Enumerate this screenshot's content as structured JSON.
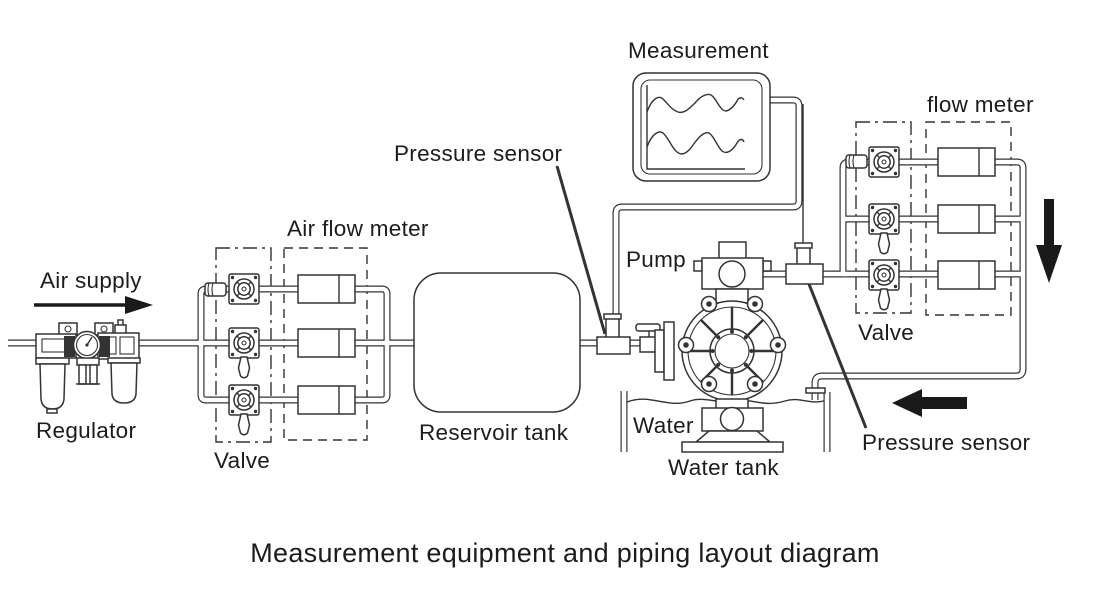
{
  "diagram": {
    "labels": {
      "air_supply": "Air supply",
      "regulator": "Regulator",
      "valve_left": "Valve",
      "air_flow_meter": "Air flow meter",
      "reservoir_tank": "Reservoir tank",
      "pressure_sensor_top": "Pressure sensor",
      "measurement": "Measurement",
      "pump": "Pump",
      "water": "Water",
      "water_tank": "Water tank",
      "flow_meter": "flow meter",
      "valve_right": "Valve",
      "pressure_sensor_bottom": "Pressure sensor"
    },
    "caption": "Measurement equipment and piping layout diagram",
    "colors": {
      "line": "#333333",
      "text": "#1c1c1c",
      "arrow": "#1a1a1a",
      "background": "#ffffff"
    }
  }
}
